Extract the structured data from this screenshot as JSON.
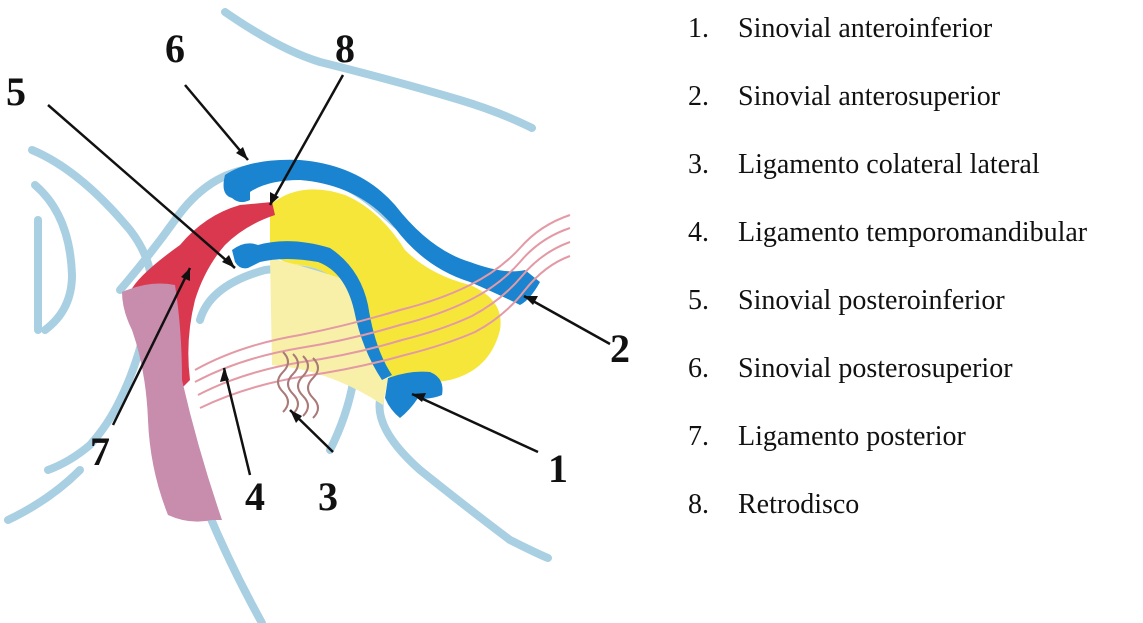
{
  "colors": {
    "bone": "#a9cfe2",
    "synovial": "#1a84d0",
    "disc": "#f6e63a",
    "disc_light": "#f8f0a8",
    "retrodisc": "#d9384f",
    "posterior_ligament": "#c88cad",
    "ligament_lines": "#e39aa5",
    "collateral_lines": "#a97a78"
  },
  "callouts": [
    "6",
    "8",
    "5",
    "2",
    "7",
    "4",
    "3",
    "1"
  ],
  "legend": [
    {
      "num": "1.",
      "label": "Sinovial anteroinferior"
    },
    {
      "num": "2.",
      "label": "Sinovial anterosuperior"
    },
    {
      "num": "3.",
      "label": "Ligamento colateral lateral"
    },
    {
      "num": "4.",
      "label": "Ligamento temporomandibular"
    },
    {
      "num": "5.",
      "label": "Sinovial posteroinferior"
    },
    {
      "num": "6.",
      "label": "Sinovial posterosuperior"
    },
    {
      "num": "7.",
      "label": "Ligamento posterior"
    },
    {
      "num": "8.",
      "label": "Retrodisco"
    }
  ]
}
